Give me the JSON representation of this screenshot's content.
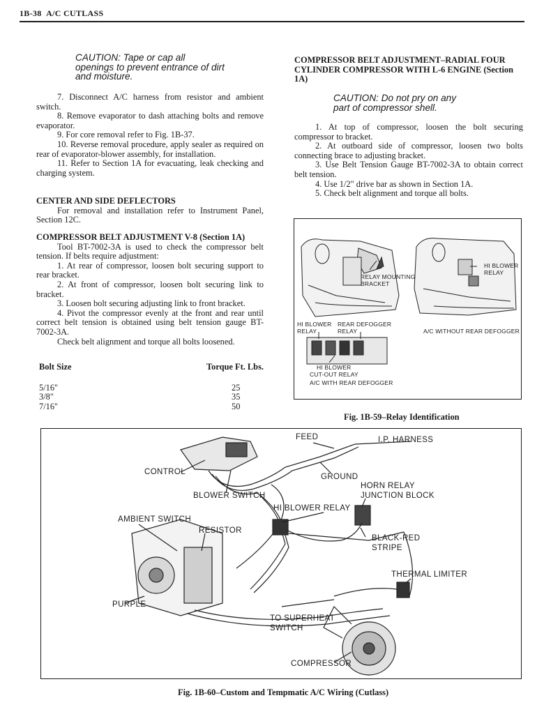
{
  "header": {
    "page_id": "1B-38",
    "section": "A/C CUTLASS"
  },
  "left": {
    "caution": [
      "CAUTION: Tape or cap all",
      "openings to prevent entrance of dirt",
      "and moisture."
    ],
    "steps1": [
      "7. Disconnect A/C harness from resistor and ambient switch.",
      "8. Remove evaporator to dash attaching bolts and remove evaporator.",
      "9. For core removal refer to Fig. 1B-37.",
      "10. Reverse removal procedure, apply sealer as required on rear of evaporator-blower assembly, for installation.",
      "11. Refer to Section 1A for evacuating, leak checking and charging system."
    ],
    "heading_deflectors": "CENTER AND SIDE DEFLECTORS",
    "deflectors_text": "For removal and installation refer to Instrument Panel, Section 12C.",
    "heading_v8": "COMPRESSOR BELT ADJUSTMENT V-8 (Section 1A)",
    "v8_intro": "Tool BT-7002-3A is used to check the compressor belt tension. If belts require adjustment:",
    "steps2": [
      "1. At rear of compressor, loosen bolt securing support to rear bracket.",
      "2. At front of compressor, loosen bolt securing link to bracket.",
      "3. Loosen bolt securing adjusting link to front bracket.",
      "4. Pivot the compressor evenly at the front and rear until correct belt tension is obtained using belt tension gauge BT-7002-3A."
    ],
    "check_text": "Check belt alignment and torque all bolts loosened.",
    "table": {
      "headers": [
        "Bolt Size",
        "Torque Ft. Lbs."
      ],
      "rows": [
        [
          "5/16\"",
          "25"
        ],
        [
          "3/8\"",
          "35"
        ],
        [
          "7/16\"",
          "50"
        ]
      ]
    }
  },
  "right": {
    "heading_radial": "COMPRESSOR BELT ADJUSTMENT–RADIAL FOUR CYLINDER COMPRESSOR WITH L-6 ENGINE (Section 1A)",
    "caution": [
      "CAUTION: Do not pry on any",
      "part of compressor shell."
    ],
    "steps": [
      "1. At top of compressor, loosen the bolt securing compressor to bracket.",
      "2. At outboard side of compressor, loosen two bolts connecting brace to adjusting bracket.",
      "3. Use Belt Tension Gauge BT-7002-3A to obtain correct belt tension.",
      "4. Use 1/2\" drive bar as shown in Section 1A.",
      "5. Check belt alignment and torque all bolts."
    ]
  },
  "fig59": {
    "caption": "Fig. 1B-59–Relay Identification",
    "labels": {
      "relay_mounting": "RELAY MOUNTING",
      "bracket": "BRACKET",
      "hi_blower_relay_a": "HI BLOWER",
      "relay_a": "RELAY",
      "rear_defogger": "REAR DEFOGGER",
      "relay_b": "RELAY",
      "hi_blower_relay_b": "HI BLOWER",
      "relay_c": "RELAY",
      "without_defogger": "A/C WITHOUT REAR DEFOGGER",
      "hi_blower_cutout": "HI BLOWER",
      "cutout_relay": "CUT-OUT RELAY",
      "with_defogger": "A/C WITH REAR DEFOGGER"
    }
  },
  "fig60": {
    "caption": "Fig. 1B-60–Custom and Tempmatic A/C Wiring (Cutlass)",
    "labels": {
      "feed": "FEED",
      "ip_harness": "I.P. HARNESS",
      "control": "CONTROL",
      "ground": "GROUND",
      "blower_switch": "BLOWER SWITCH",
      "horn_relay": "HORN RELAY",
      "junction_block": "JUNCTION BLOCK",
      "hi_blower_relay": "HI BLOWER RELAY",
      "ambient_switch": "AMBIENT SWITCH",
      "resistor": "RESISTOR",
      "black_red": "BLACK-RED",
      "stripe": "STRIPE",
      "thermal_limiter": "THERMAL LIMITER",
      "purple": "PURPLE",
      "to_superheat": "TO SUPERHEAT",
      "switch": "SWITCH",
      "compressor": "COMPRESSOR"
    }
  }
}
